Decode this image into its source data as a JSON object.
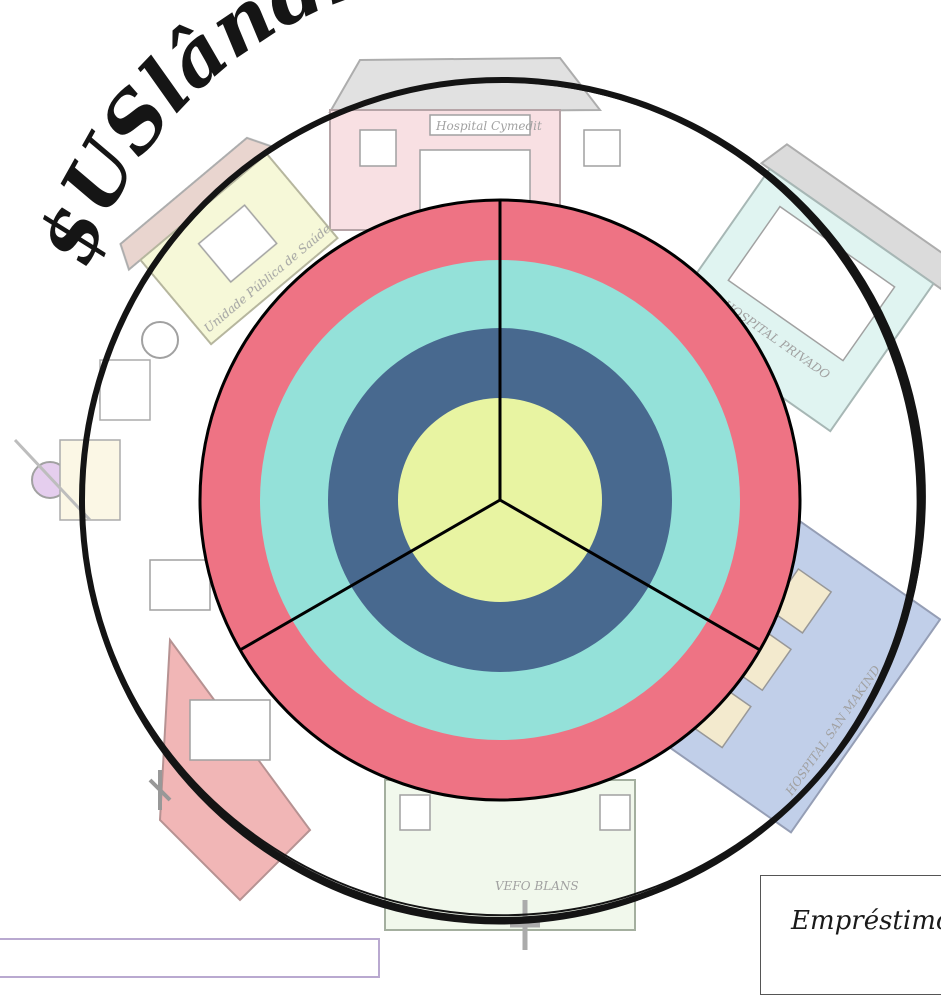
{
  "board": {
    "title": "$USlândia",
    "signs": {
      "hospital_top": "Hospital Cymedit",
      "health_unit": "Unidade Pública de Saúde",
      "hospital_private": "HOSPITAL PRIVADO",
      "hospital_san": "HOSPITAL SAN MAKIND",
      "bottom": "VEFO BLANS"
    },
    "target": {
      "sectors": 3,
      "rings": [
        {
          "name": "outer",
          "color": "#ee7384"
        },
        {
          "name": "second",
          "color": "#94e1d9"
        },
        {
          "name": "third",
          "color": "#48698f"
        },
        {
          "name": "center",
          "color": "#e8f4a2"
        }
      ]
    }
  },
  "cards": {
    "loan": {
      "label": "Empréstimo"
    },
    "bottom_left": {
      "label": ""
    }
  }
}
